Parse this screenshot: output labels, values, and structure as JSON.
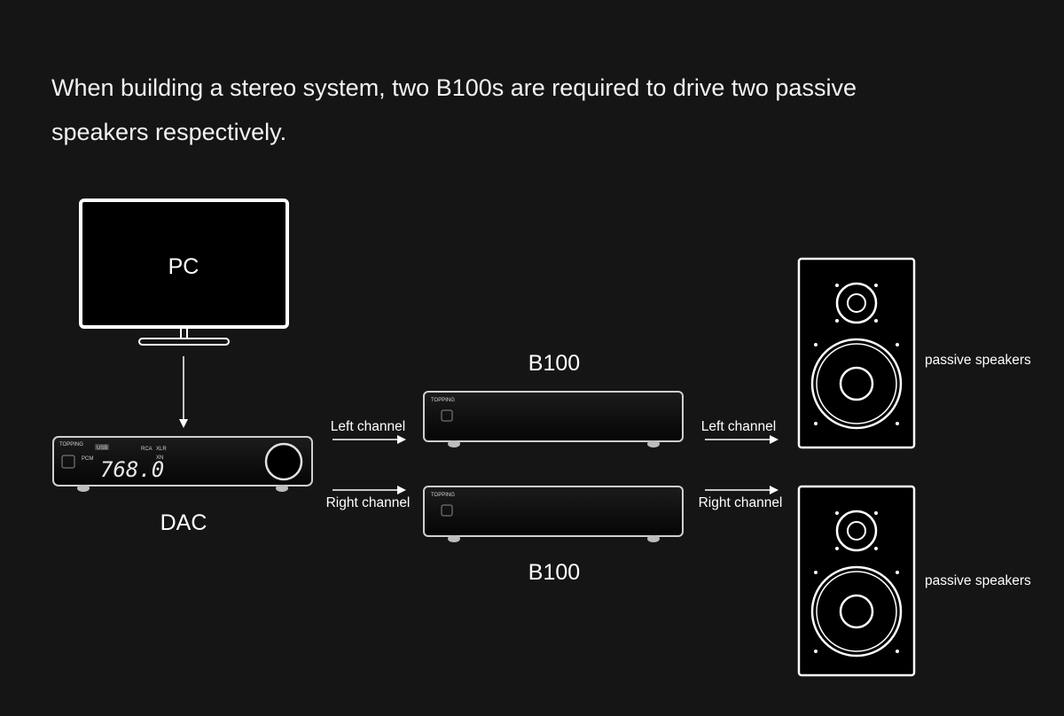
{
  "headline": "When building a stereo system, two B100s are required to drive two passive speakers respectively.",
  "nodes": {
    "pc_label": "PC",
    "dac_label": "DAC",
    "amp_top_label": "B100",
    "amp_bottom_label": "B100",
    "speaker_top_label": "passive speakers",
    "speaker_bottom_label": "passive speakers"
  },
  "edges": {
    "dac_to_amp_top": "Left channel",
    "dac_to_amp_bottom": "Right channel",
    "amp_top_to_speaker": "Left channel",
    "amp_bottom_to_speaker": "Right channel"
  },
  "dac_panel": {
    "brand": "TOPPING",
    "usb_badge": "USB",
    "pcm_label": "PCM",
    "rca_label": "RCA",
    "xlr_label": "XLR",
    "xn_label": "XN",
    "sample_rate": "768.0"
  },
  "amp_panel": {
    "brand": "TOPPING"
  },
  "colors": {
    "background": "#151515",
    "line": "#ffffff",
    "device_body": "#0b0b0b"
  }
}
